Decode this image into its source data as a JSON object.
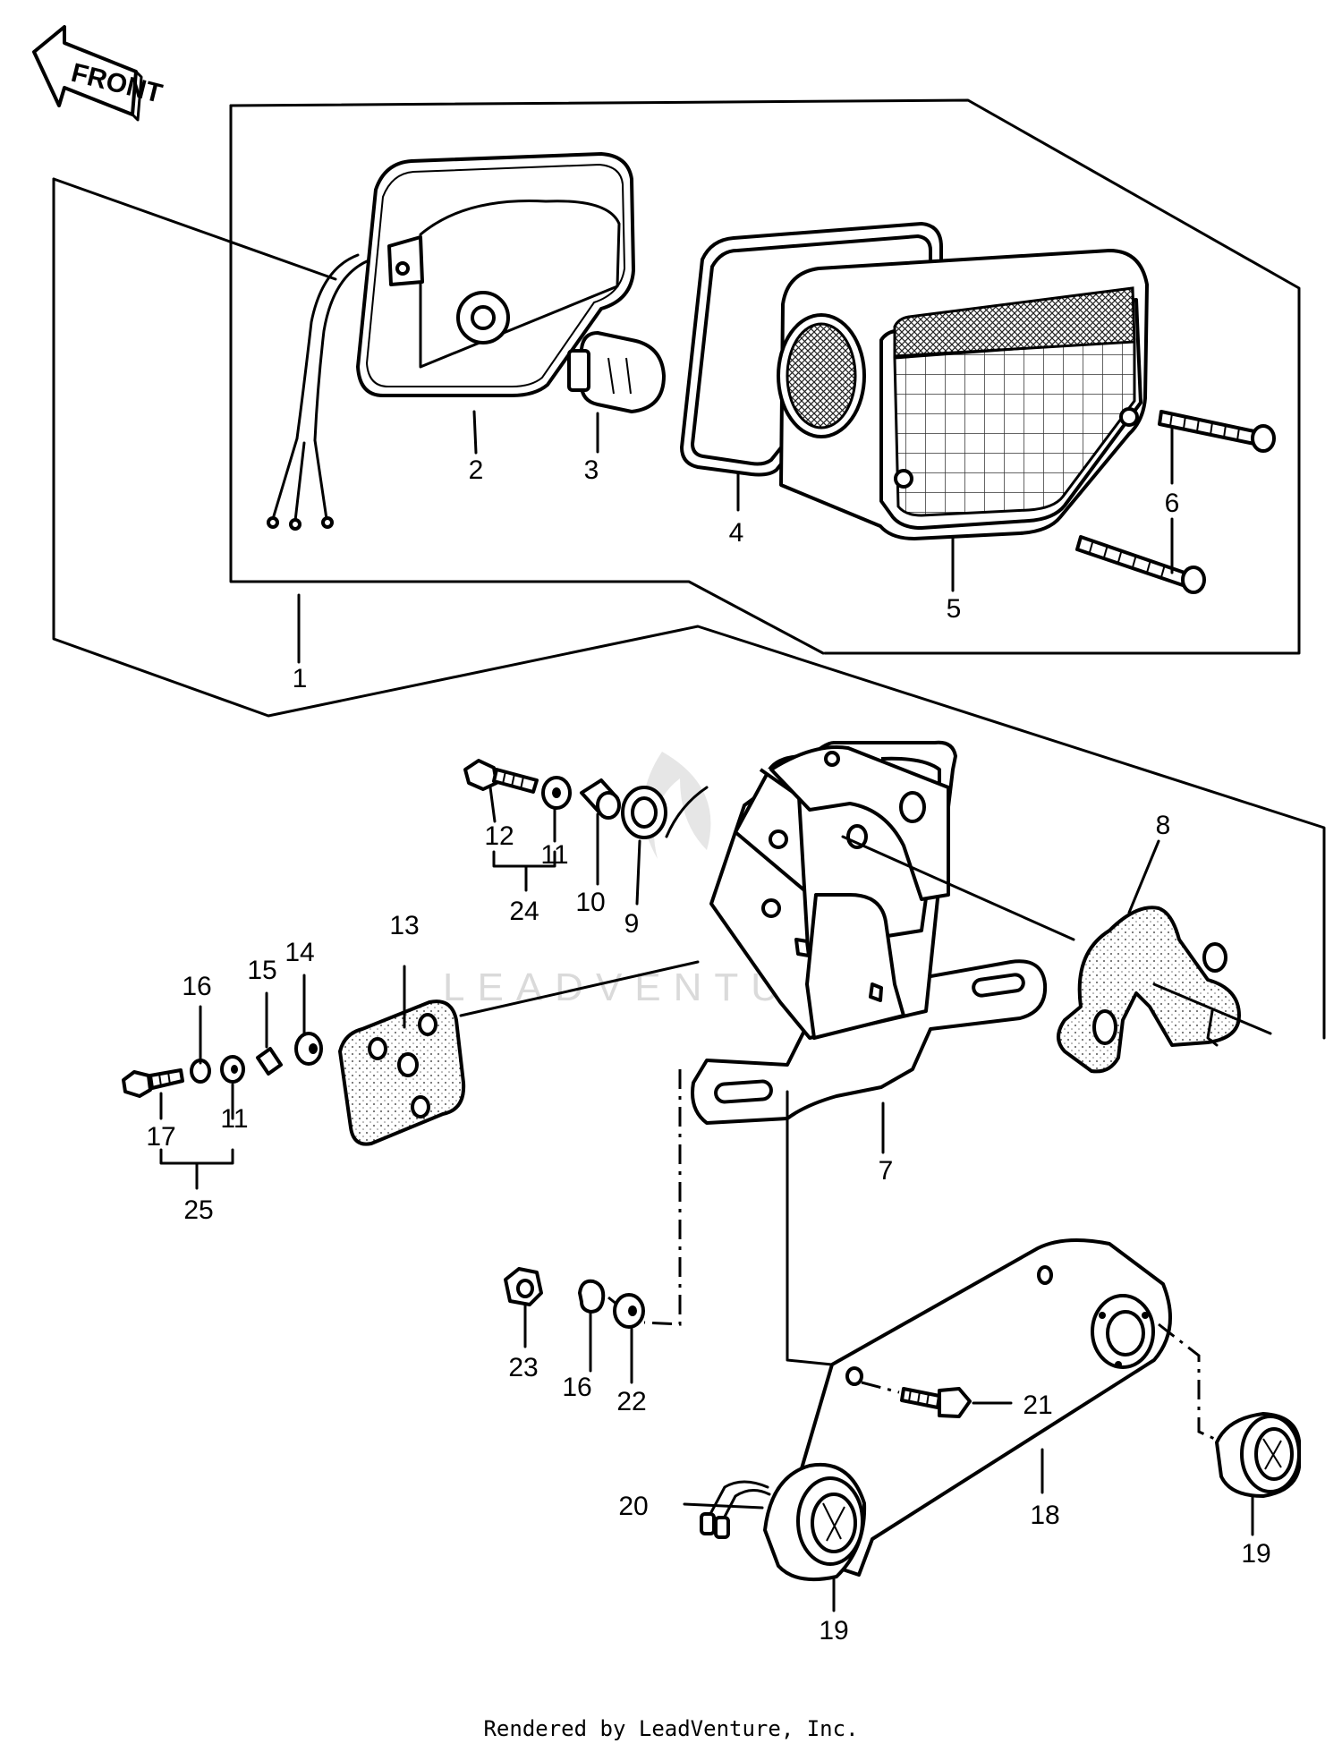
{
  "front_label": "FRONT",
  "watermark": "LEADVENTURE",
  "credit": "Rendered by LeadVenture, Inc.",
  "callouts": {
    "c1": "1",
    "c2": "2",
    "c3": "3",
    "c4": "4",
    "c5": "5",
    "c6": "6",
    "c7": "7",
    "c8": "8",
    "c9": "9",
    "c10": "10",
    "c11a": "11",
    "c11b": "11",
    "c12": "12",
    "c13": "13",
    "c14": "14",
    "c15": "15",
    "c16a": "16",
    "c16b": "16",
    "c17": "17",
    "c18": "18",
    "c19a": "19",
    "c19b": "19",
    "c20": "20",
    "c21": "21",
    "c22": "22",
    "c23": "23",
    "c24": "24",
    "c25": "25"
  }
}
